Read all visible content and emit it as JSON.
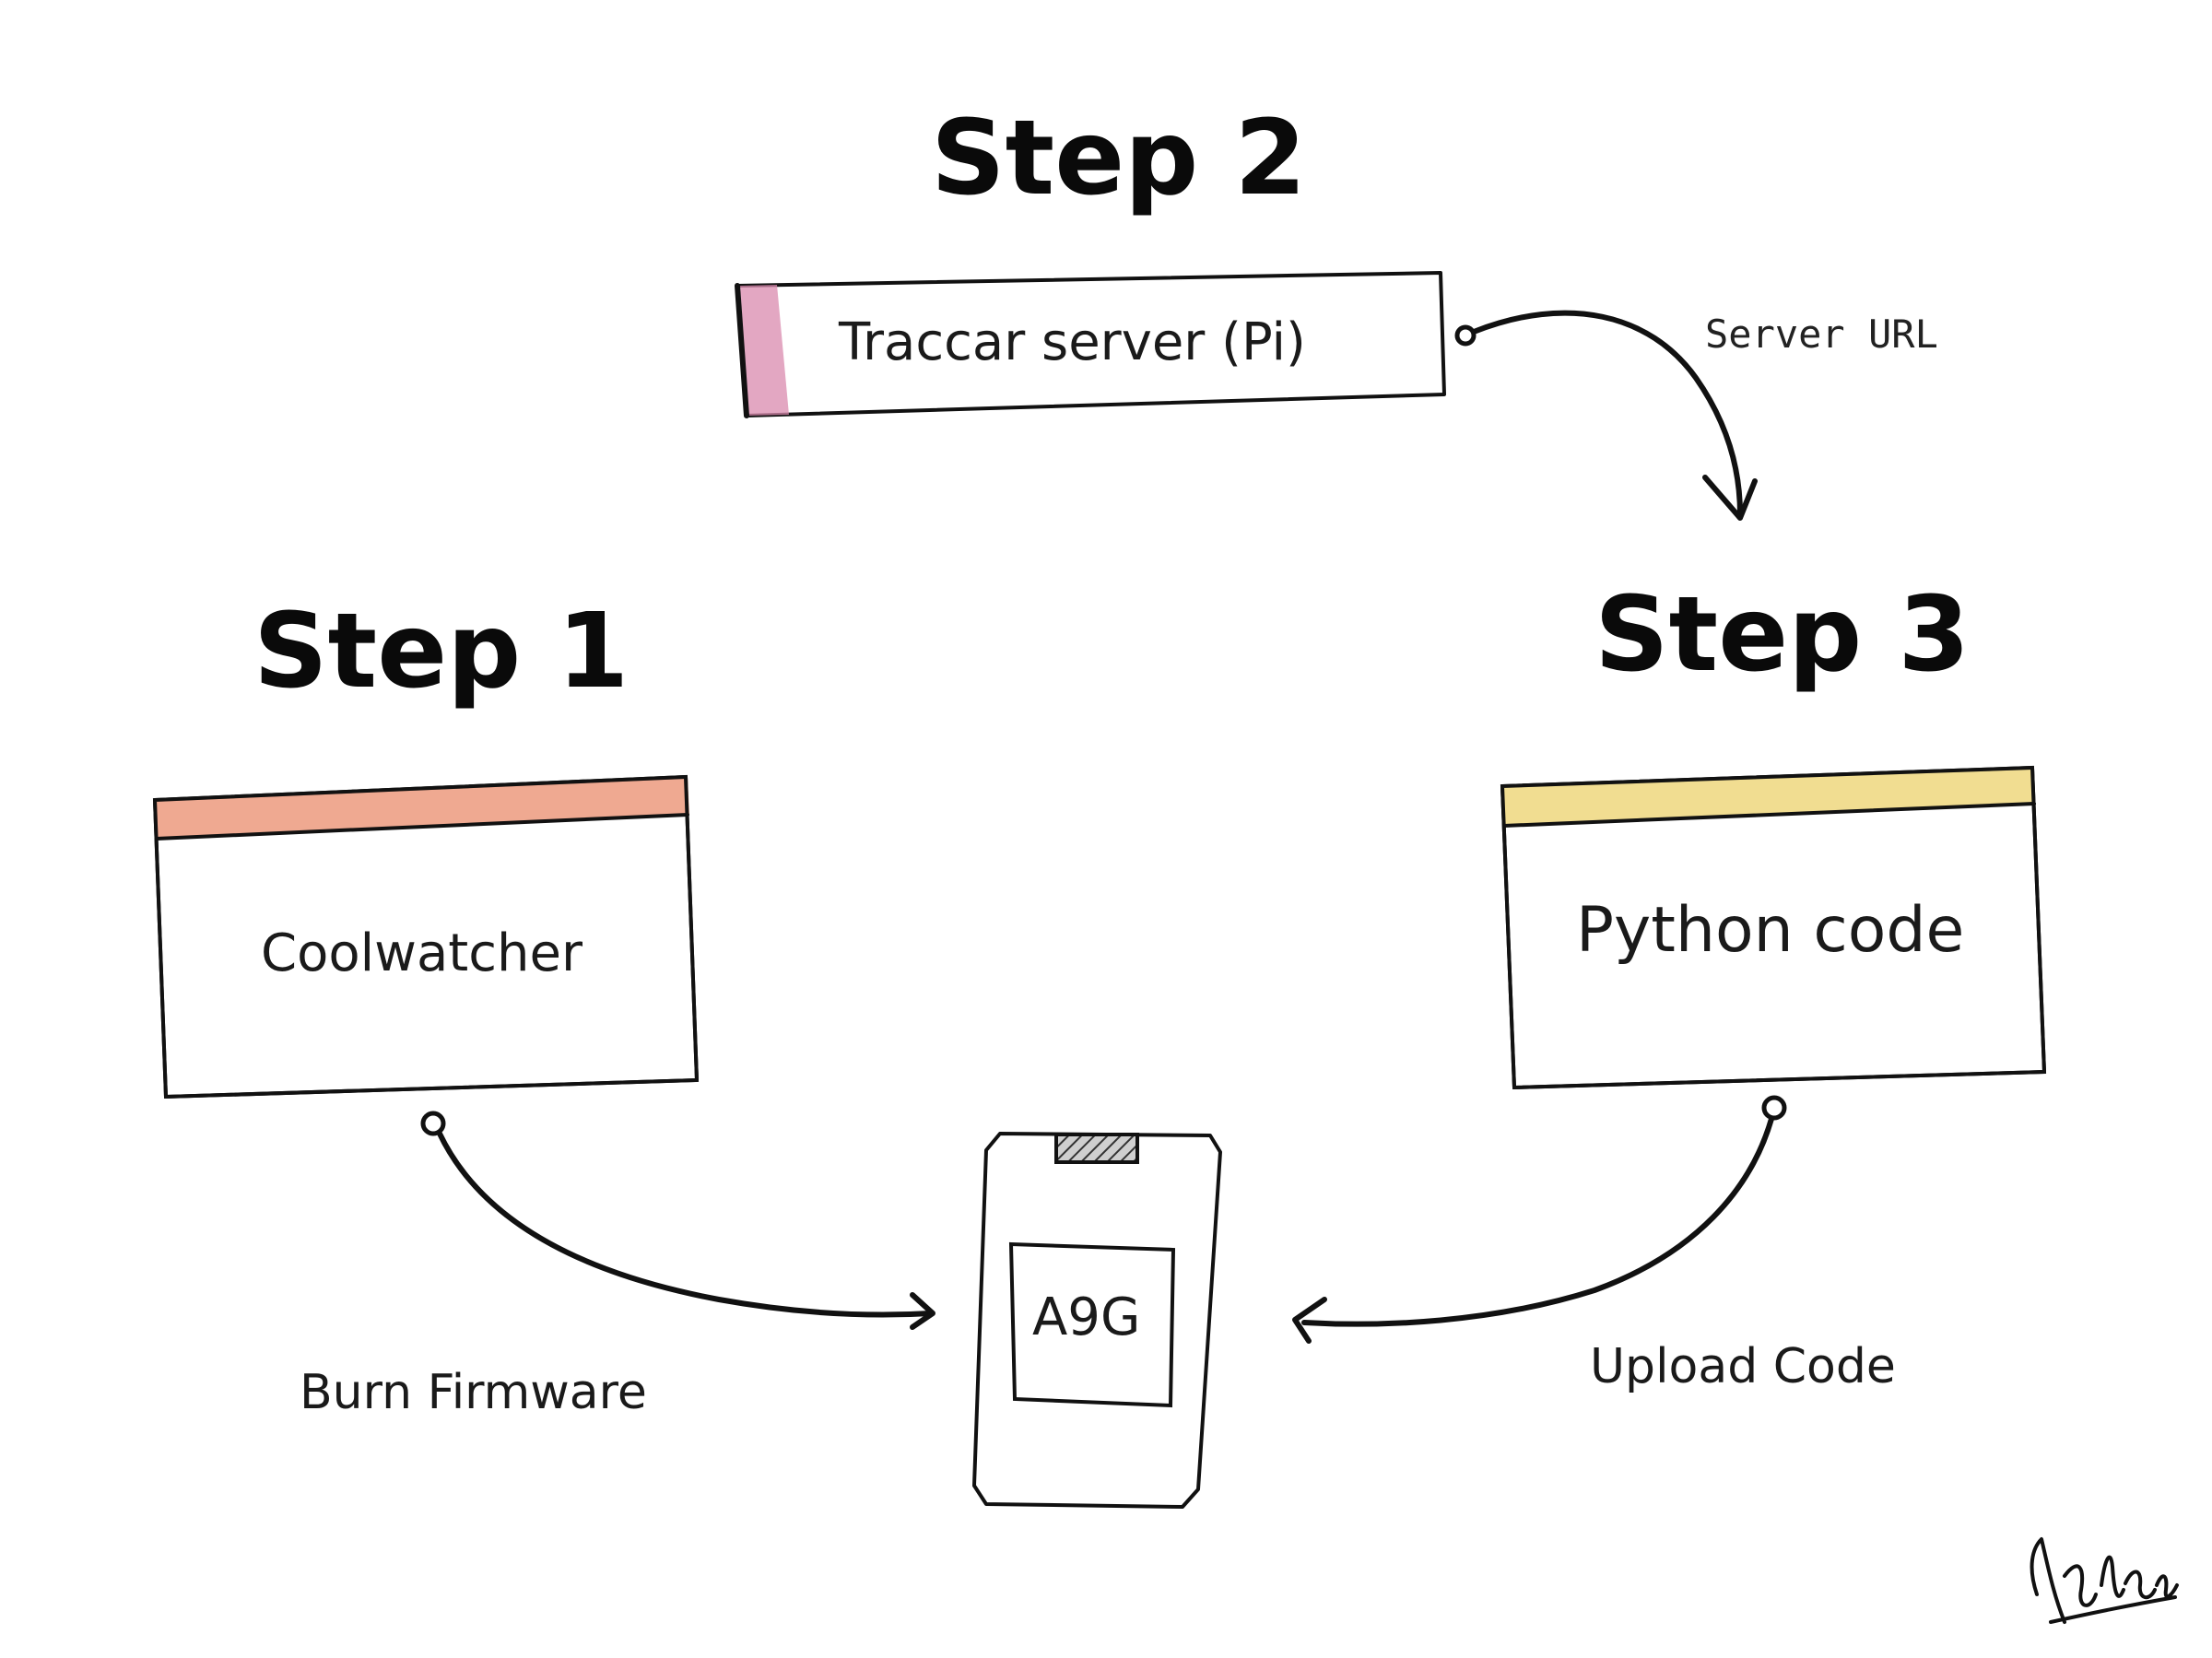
{
  "steps": {
    "step1": {
      "title": "Step 1",
      "box_label": "Coolwatcher",
      "accent": "#ec9a7e"
    },
    "step2": {
      "title": "Step 2",
      "box_label": "Traccar server (Pi)",
      "accent": "#d98aae"
    },
    "step3": {
      "title": "Step 3",
      "box_label": "Python code",
      "accent": "#efd985"
    }
  },
  "device": {
    "label": "A9G"
  },
  "edges": {
    "server_url": "Server URL",
    "burn_firmware": "Burn Firmware",
    "upload_code": "Upload Code"
  },
  "signature": {
    "text": "Sahas"
  },
  "colors": {
    "ink": "#111111",
    "background": "#ffffff"
  }
}
